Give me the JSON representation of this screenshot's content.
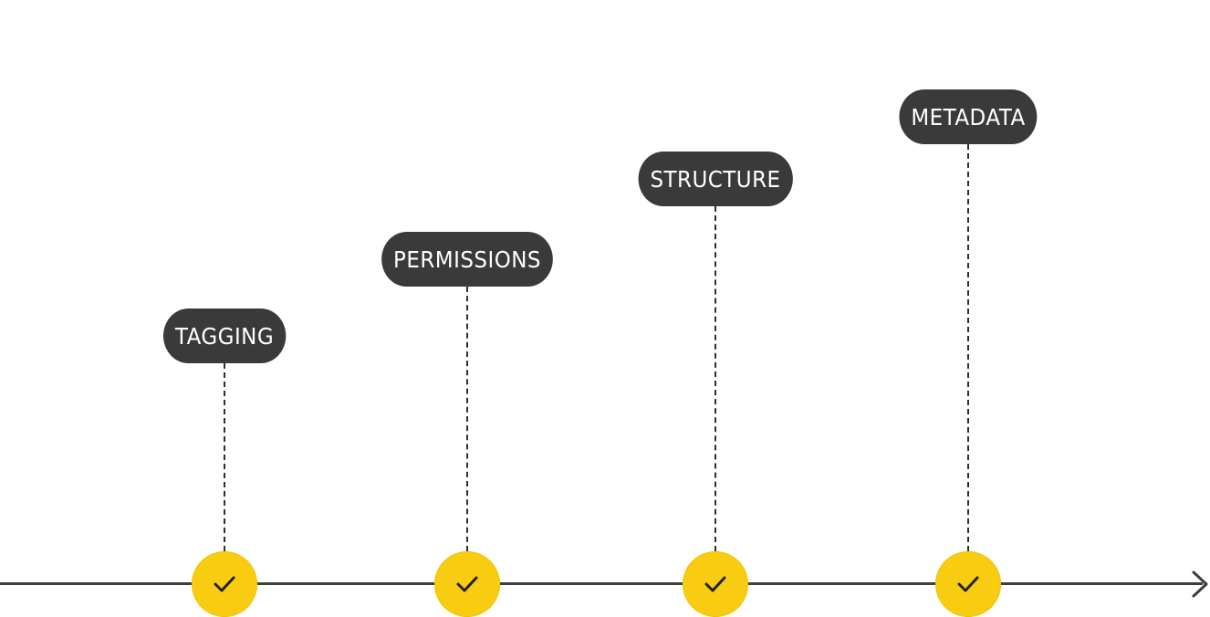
{
  "diagram": {
    "milestones": [
      {
        "label": "TAGGING",
        "icon": "check-icon"
      },
      {
        "label": "PERMISSIONS",
        "icon": "check-icon"
      },
      {
        "label": "STRUCTURE",
        "icon": "check-icon"
      },
      {
        "label": "METADATA",
        "icon": "check-icon"
      }
    ],
    "axis_icon": "arrow-right-icon",
    "colors": {
      "pill": "#3a3a3a",
      "pill_text": "#ffffff",
      "node": "#f8cd11",
      "line": "#3d3d3d"
    }
  }
}
